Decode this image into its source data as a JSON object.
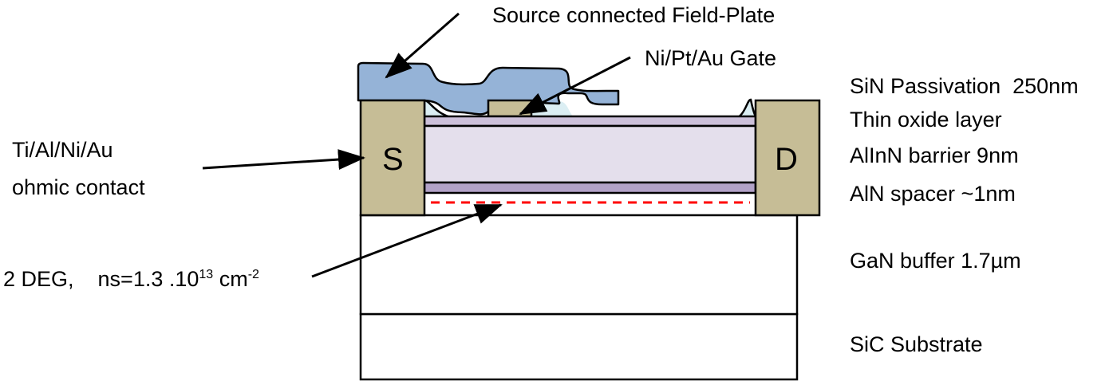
{
  "title_annotations": {
    "field_plate": "Source connected Field-Plate",
    "gate": "Ni/Pt/Au Gate",
    "ohmic_line1": "Ti/Al/Ni/Au",
    "ohmic_line2": "ohmic contact",
    "twodeg_prefix": "2 DEG,    ns=1.3 .10",
    "twodeg_exp": "13",
    "twodeg_unit": " cm",
    "twodeg_unit_exp": "-2"
  },
  "contacts": {
    "source": "S",
    "drain": "D"
  },
  "layers": [
    {
      "name": "SiN Passivation  250nm",
      "color": "#dbeef3"
    },
    {
      "name": "Thin oxide layer",
      "color": "#ccc0da"
    },
    {
      "name": "AlInN barrier 9nm",
      "color": "#e4dfec"
    },
    {
      "name": "AlN spacer ~1nm",
      "color": "#b2a2c7"
    },
    {
      "name": "GaN buffer 1.7µm",
      "color": "#ffffff"
    },
    {
      "name": "SiC Substrate",
      "color": "#ffffff"
    }
  ],
  "colors": {
    "contact": "#c6bd96",
    "field_plate": "#95b3d7",
    "twodeg_dash": "#ff0000"
  }
}
